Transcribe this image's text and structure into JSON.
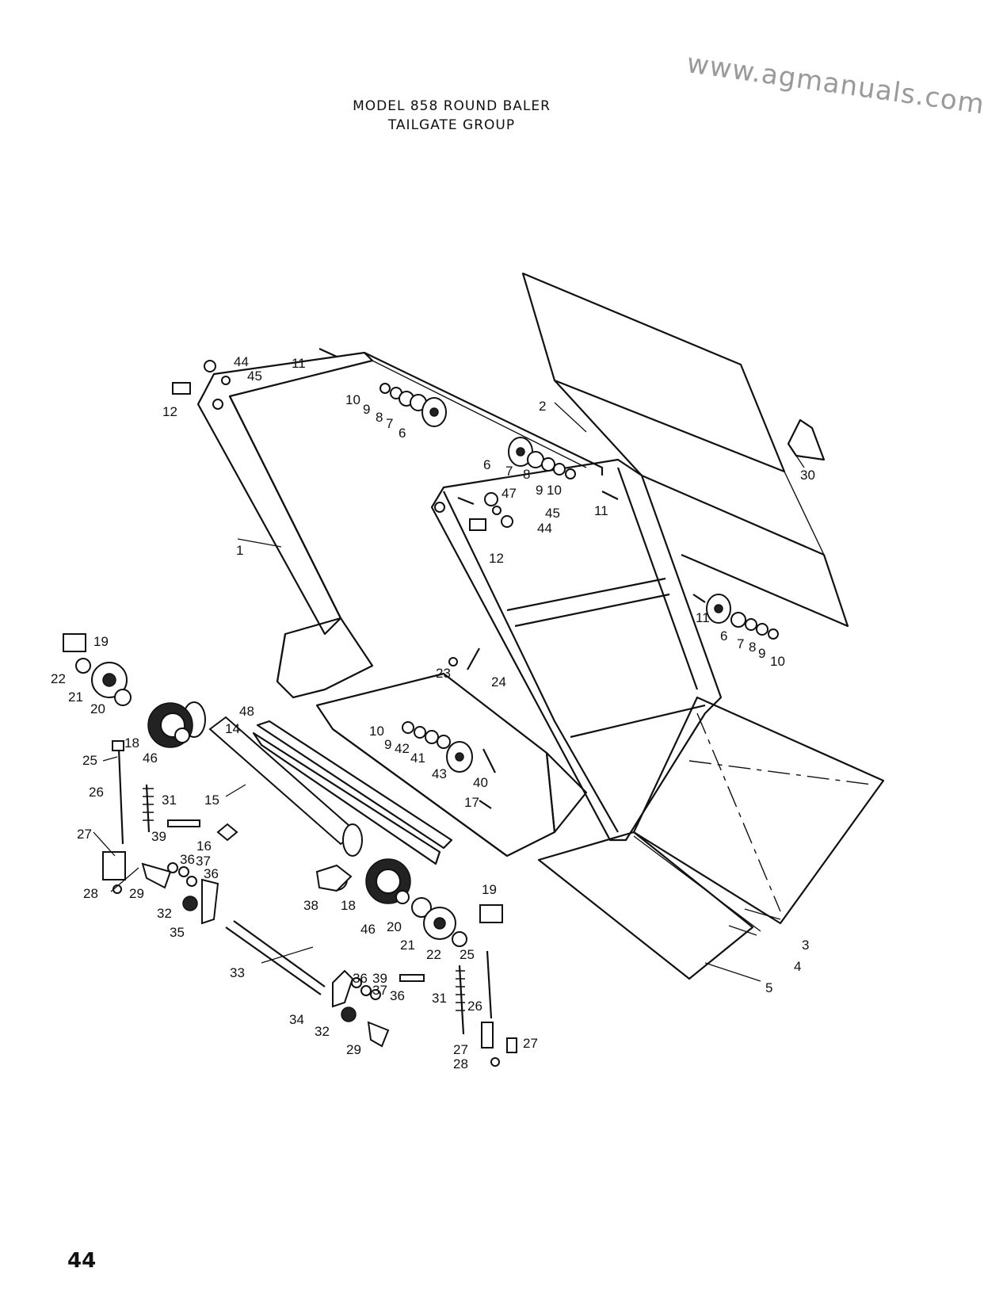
{
  "watermark": "www.agmanuals.com",
  "title": {
    "line1": "MODEL 858 ROUND BALER",
    "line2": "TAILGATE GROUP"
  },
  "page_number": "44",
  "callouts": [
    {
      "id": "c44a",
      "label": "44"
    },
    {
      "id": "c45a",
      "label": "45"
    },
    {
      "id": "c11a",
      "label": "11"
    },
    {
      "id": "c12a",
      "label": "12"
    },
    {
      "id": "c10a",
      "label": "10"
    },
    {
      "id": "c9a",
      "label": "9"
    },
    {
      "id": "c8a",
      "label": "8"
    },
    {
      "id": "c7a",
      "label": "7"
    },
    {
      "id": "c6a",
      "label": "6"
    },
    {
      "id": "c2",
      "label": "2"
    },
    {
      "id": "c6b",
      "label": "6"
    },
    {
      "id": "c7b",
      "label": "7"
    },
    {
      "id": "c8b",
      "label": "8"
    },
    {
      "id": "c9b",
      "label": "9"
    },
    {
      "id": "c10b",
      "label": "10"
    },
    {
      "id": "c47",
      "label": "47"
    },
    {
      "id": "c45b",
      "label": "45"
    },
    {
      "id": "c44b",
      "label": "44"
    },
    {
      "id": "c11b",
      "label": "11"
    },
    {
      "id": "c12b",
      "label": "12"
    },
    {
      "id": "c30",
      "label": "30"
    },
    {
      "id": "c1",
      "label": "1"
    },
    {
      "id": "c11c",
      "label": "11"
    },
    {
      "id": "c6c",
      "label": "6"
    },
    {
      "id": "c7c",
      "label": "7"
    },
    {
      "id": "c8c",
      "label": "8"
    },
    {
      "id": "c9c",
      "label": "9"
    },
    {
      "id": "c10c",
      "label": "10"
    },
    {
      "id": "c19a",
      "label": "19"
    },
    {
      "id": "c22a",
      "label": "22"
    },
    {
      "id": "c21a",
      "label": "21"
    },
    {
      "id": "c20a",
      "label": "20"
    },
    {
      "id": "c23",
      "label": "23"
    },
    {
      "id": "c24",
      "label": "24"
    },
    {
      "id": "c18a",
      "label": "18"
    },
    {
      "id": "c46a",
      "label": "46"
    },
    {
      "id": "c25a",
      "label": "25"
    },
    {
      "id": "c48",
      "label": "48"
    },
    {
      "id": "c14",
      "label": "14"
    },
    {
      "id": "c10d",
      "label": "10"
    },
    {
      "id": "c9d",
      "label": "9"
    },
    {
      "id": "c42",
      "label": "42"
    },
    {
      "id": "c41",
      "label": "41"
    },
    {
      "id": "c43",
      "label": "43"
    },
    {
      "id": "c40",
      "label": "40"
    },
    {
      "id": "c26a",
      "label": "26"
    },
    {
      "id": "c31a",
      "label": "31"
    },
    {
      "id": "c15",
      "label": "15"
    },
    {
      "id": "c17",
      "label": "17"
    },
    {
      "id": "c39a",
      "label": "39"
    },
    {
      "id": "c27a",
      "label": "27"
    },
    {
      "id": "c16",
      "label": "16"
    },
    {
      "id": "c36a",
      "label": "36"
    },
    {
      "id": "c37a",
      "label": "37"
    },
    {
      "id": "c36b",
      "label": "36"
    },
    {
      "id": "c28a",
      "label": "28"
    },
    {
      "id": "c29a",
      "label": "29"
    },
    {
      "id": "c32a",
      "label": "32"
    },
    {
      "id": "c35",
      "label": "35"
    },
    {
      "id": "c38",
      "label": "38"
    },
    {
      "id": "c18b",
      "label": "18"
    },
    {
      "id": "c19b",
      "label": "19"
    },
    {
      "id": "c46b",
      "label": "46"
    },
    {
      "id": "c20b",
      "label": "20"
    },
    {
      "id": "c21b",
      "label": "21"
    },
    {
      "id": "c22b",
      "label": "22"
    },
    {
      "id": "c25b",
      "label": "25"
    },
    {
      "id": "c3",
      "label": "3"
    },
    {
      "id": "c4",
      "label": "4"
    },
    {
      "id": "c33",
      "label": "33"
    },
    {
      "id": "c36c",
      "label": "36"
    },
    {
      "id": "c39b",
      "label": "39"
    },
    {
      "id": "c37b",
      "label": "37"
    },
    {
      "id": "c36d",
      "label": "36"
    },
    {
      "id": "c5",
      "label": "5"
    },
    {
      "id": "c31b",
      "label": "31"
    },
    {
      "id": "c26b",
      "label": "26"
    },
    {
      "id": "c34",
      "label": "34"
    },
    {
      "id": "c32b",
      "label": "32"
    },
    {
      "id": "c29b",
      "label": "29"
    },
    {
      "id": "c27b",
      "label": "27"
    },
    {
      "id": "c27c",
      "label": "27"
    },
    {
      "id": "c28b",
      "label": "28"
    }
  ]
}
